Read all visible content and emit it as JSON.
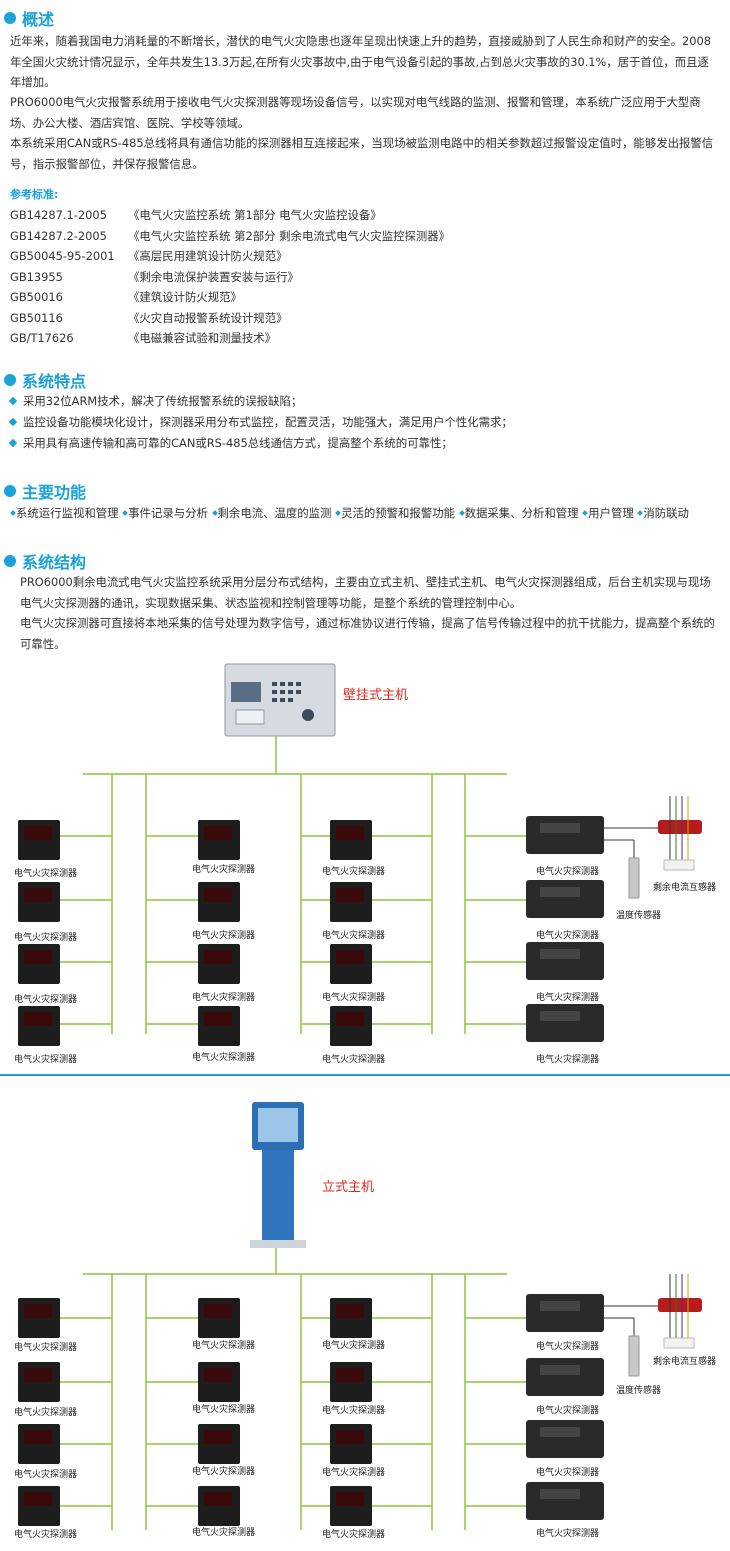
{
  "overview": {
    "title": "概述",
    "paragraphs": [
      "近年来，随着我国电力消耗量的不断增长，潜伏的电气火灾隐患也逐年呈现出快速上升的趋势，直接威胁到了人民生命和财产的安全。2008年全国火灾统计情况显示，全年共发生13.3万起,在所有火灾事故中,由于电气设备引起的事故,占到总火灾事故的30.1%，居于首位，而且逐年增加。",
      "PRO6000电气火灾报警系统用于接收电气火灾探测器等现场设备信号，以实现对电气线路的监测、报警和管理，本系统广泛应用于大型商场、办公大楼、酒店宾馆、医院、学校等领域。",
      "本系统采用CAN或RS-485总线将具有通信功能的探测器相互连接起来，当现场被监测电路中的相关参数超过报警设定值时，能够发出报警信号，指示报警部位，并保存报警信息。"
    ],
    "reference_title": "参考标准:",
    "standards": [
      {
        "code": "GB14287.1-2005",
        "name": "《电气火灾监控系统 第1部分 电气火灾监控设备》"
      },
      {
        "code": "GB14287.2-2005",
        "name": "《电气火灾监控系统 第2部分 剩余电流式电气火灾监控探测器》"
      },
      {
        "code": "GB50045-95-2001",
        "name": "《高层民用建筑设计防火规范》"
      },
      {
        "code": "GB13955",
        "name": "《剩余电流保护装置安装与运行》"
      },
      {
        "code": "GB50016",
        "name": "《建筑设计防火规范》"
      },
      {
        "code": "GB50116",
        "name": "《火灾自动报警系统设计规范》"
      },
      {
        "code": "GB/T17626",
        "name": "《电磁兼容试验和测量技术》"
      }
    ]
  },
  "features": {
    "title": "系统特点",
    "items": [
      "采用32位ARM技术，解决了传统报警系统的误报缺陷；",
      "监控设备功能模块化设计，探测器采用分布式监控，配置灵活，功能强大，满足用户个性化需求；",
      "采用具有高速传输和高可靠的CAN或RS-485总线通信方式，提高整个系统的可靠性；"
    ]
  },
  "functions": {
    "title": "主要功能",
    "items": [
      "系统运行监视和管理",
      "事件记录与分析",
      "剩余电流、温度的监测",
      "灵活的预警和报警功能",
      "数据采集、分析和管理",
      "用户管理",
      "消防联动"
    ]
  },
  "structure": {
    "title": "系统结构",
    "paragraphs": [
      "PRO6000剩余电流式电气火灾监控系统采用分层分布式结构，主要由立式主机、壁挂式主机、电气火灾探测器组成，后台主机实现与现场电气火灾探测器的通讯，实现数据采集、状态监视和控制管理等功能，是整个系统的管理控制中心。",
      "电气火灾探测器可直接将本地采集的信号处理为数字信号，通过标准协议进行传输，提高了信号传输过程中的抗干扰能力，提高整个系统的可靠性。"
    ]
  },
  "diagram": {
    "wall_host_label": "壁挂式主机",
    "stand_host_label": "立式主机",
    "detector_label": "电气火灾探测器",
    "temp_sensor_label": "温度传感器",
    "ct_label": "剩余电流互感器",
    "colors": {
      "wire": "#8cc63f",
      "accent": "#1aa2d9",
      "host_label": "#e0281f"
    }
  }
}
